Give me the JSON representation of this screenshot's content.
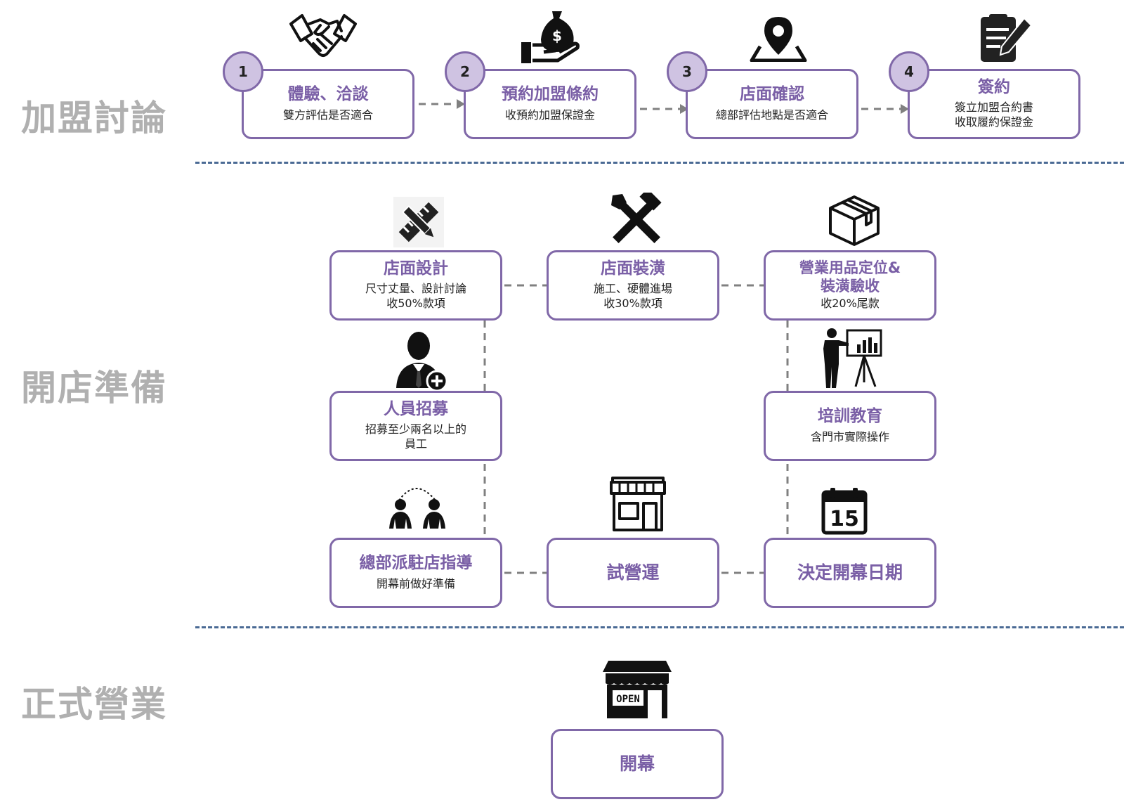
{
  "sections": {
    "discussion": "加盟討論",
    "preparation": "開店準備",
    "operation": "正式營業"
  },
  "steps": [
    {
      "num": "1",
      "title": "體驗、洽談",
      "desc": [
        "雙方評估是否適合"
      ],
      "icon": "handshake-icon"
    },
    {
      "num": "2",
      "title": "預約加盟條約",
      "desc": [
        "收預約加盟保證金"
      ],
      "icon": "money-bag-hand-icon"
    },
    {
      "num": "3",
      "title": "店面確認",
      "desc": [
        "總部評估地點是否適合"
      ],
      "icon": "map-pin-icon"
    },
    {
      "num": "4",
      "title": "簽約",
      "desc": [
        "簽立加盟合約書",
        "收取履約保證金"
      ],
      "icon": "contract-pen-icon"
    }
  ],
  "prep": {
    "design": {
      "title": "店面設計",
      "desc": [
        "尺寸丈量、設計討論",
        "收50%款項"
      ],
      "icon": "ruler-pencil-icon"
    },
    "renovation": {
      "title": "店面裝潢",
      "desc": [
        "施工、硬體進場",
        "收30%款項"
      ],
      "icon": "hammer-wrench-icon"
    },
    "supplies": {
      "title": [
        "營業用品定位&",
        "裝潢驗收"
      ],
      "desc": [
        "收20%尾款"
      ],
      "icon": "box-icon"
    },
    "recruit": {
      "title": "人員招募",
      "desc": [
        "招募至少兩名以上的",
        "員工"
      ],
      "icon": "add-person-icon"
    },
    "training": {
      "title": "培訓教育",
      "desc": [
        "含門市實際操作"
      ],
      "icon": "presentation-icon"
    },
    "hq_guide": {
      "title": "總部派駐店指導",
      "desc": [
        "開幕前做好準備"
      ],
      "icon": "two-people-icon"
    },
    "trial": {
      "title": "試營運",
      "icon": "storefront-icon"
    },
    "opening_date": {
      "title": "決定開幕日期",
      "icon": "calendar-icon",
      "calendar_day": "15"
    }
  },
  "opening": {
    "title": "開幕",
    "icon": "open-store-icon",
    "sign": "OPEN"
  },
  "colors": {
    "accent": "#7a5fa6",
    "border": "#8068a8",
    "badge": "#cfc3e2",
    "divider": "#4a6a94",
    "section": "#b0b0b0"
  }
}
